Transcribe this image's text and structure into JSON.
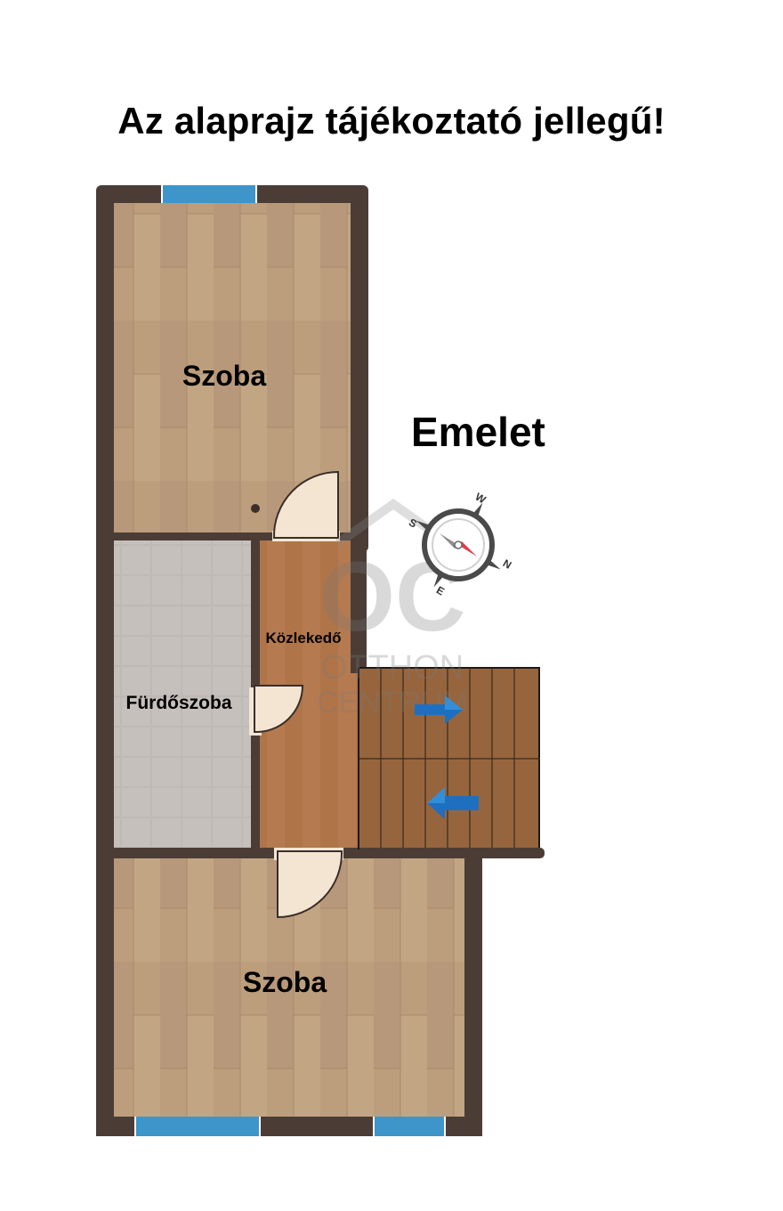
{
  "heading": "Az alaprajz tájékoztató jellegű!",
  "floor_label": "Emelet",
  "rooms": {
    "top_room": "Szoba",
    "bathroom": "Fürdőszoba",
    "hallway": "Közlekedő",
    "bottom_room": "Szoba"
  },
  "compass": {
    "north": "N",
    "south": "S",
    "east": "E",
    "west": "W"
  },
  "watermark": {
    "logo": "OC",
    "line1": "OTTHON",
    "line2": "CENTRUM"
  },
  "colors": {
    "wall": "#4b3d36",
    "wood_floor": "#b89a78",
    "hallway_floor": "#b4794e",
    "tile": "#bdb7b3",
    "stairs": "#94643c",
    "window": "#3d95c9",
    "arrow": "#1f6fc1"
  },
  "icons": [
    "compass-icon",
    "stairs-up-arrow-icon",
    "stairs-down-arrow-icon",
    "door-swing-icon",
    "otthon-centrum-logo-icon"
  ]
}
